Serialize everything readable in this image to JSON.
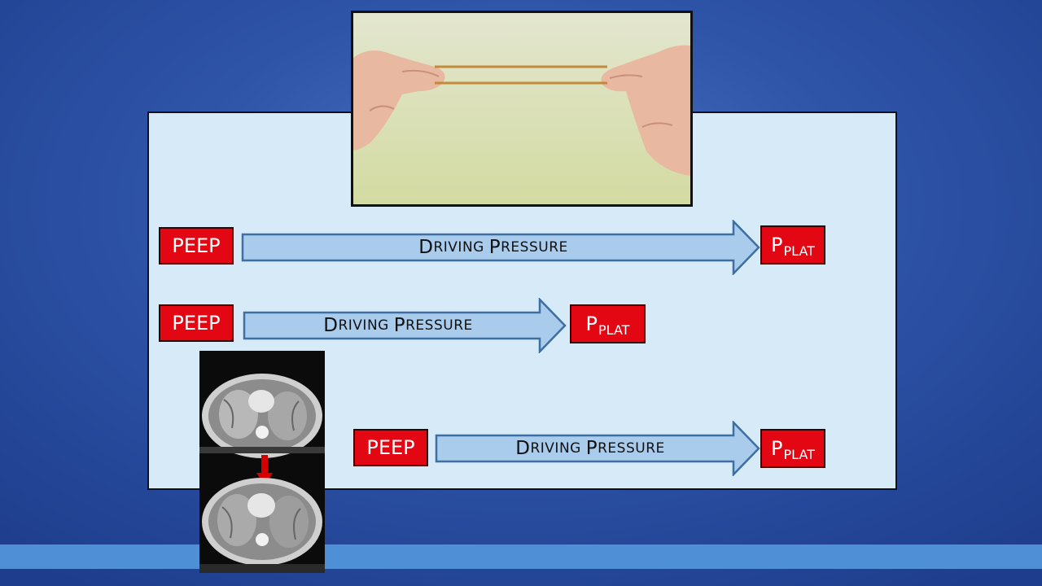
{
  "diagram": {
    "rows": [
      {
        "start_label": "PEEP",
        "arrow_label": {
          "first_cap": "D",
          "first_rest": "RIVING",
          "second_cap": "P",
          "second_rest": "RESSURE"
        },
        "end_label": {
          "main": "P",
          "sub": "PLAT"
        }
      },
      {
        "start_label": "PEEP",
        "arrow_label": {
          "first_cap": "D",
          "first_rest": "RIVING",
          "second_cap": "P",
          "second_rest": "RESSURE"
        },
        "end_label": {
          "main": "P",
          "sub": "PLAT"
        }
      },
      {
        "start_label": "PEEP",
        "arrow_label": {
          "first_cap": "D",
          "first_rest": "RIVING",
          "second_cap": "P",
          "second_rest": "RESSURE"
        },
        "end_label": {
          "main": "P",
          "sub": "PLAT"
        }
      }
    ]
  },
  "colors": {
    "background": "#2e54a8",
    "panel": "#d6eaf8",
    "box_red": "#e30613",
    "arrow_fill": "#a9cbec",
    "arrow_stroke": "#3d6fa3",
    "bottom_bar": "#4f8fd6"
  }
}
